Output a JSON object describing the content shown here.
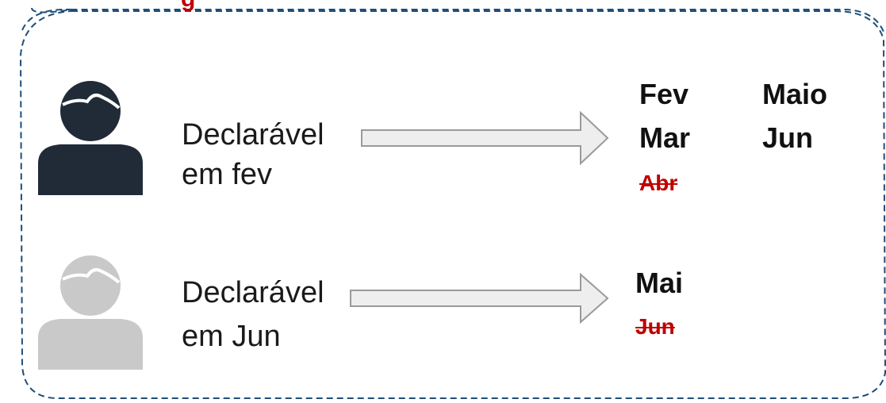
{
  "colors": {
    "border": "#1f4e79",
    "user_active": "#212b38",
    "user_inactive": "#c9c9c9",
    "arrow_fill": "#eeeeee",
    "arrow_stroke": "#9a9a9a",
    "struck": "#c00000"
  },
  "top_heading_fragment": "g",
  "rows": [
    {
      "icon": "user-icon",
      "label_line1": "Declarável",
      "label_line2": "em fev",
      "months_col1": [
        "Fev",
        "Mar"
      ],
      "months_col1_struck": "Abr",
      "months_col2": [
        "Maio",
        "Jun"
      ]
    },
    {
      "icon": "user-icon",
      "label_line1": "Declarável",
      "label_line2": "em Jun",
      "months_col1": [
        "Mai"
      ],
      "months_col1_struck": "Jun"
    }
  ]
}
